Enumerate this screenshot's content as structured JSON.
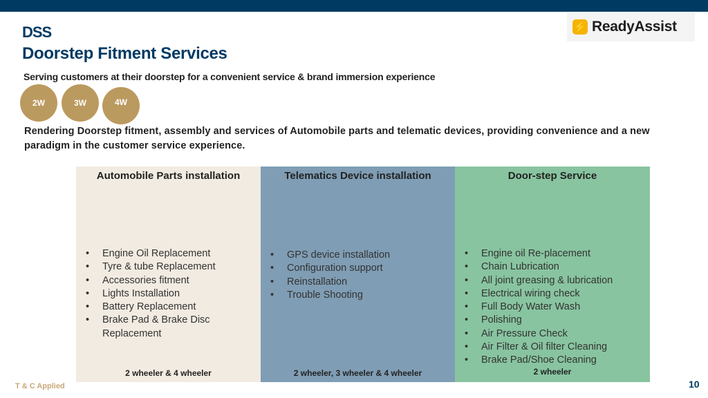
{
  "colors": {
    "navy": "#003a63",
    "gold": "#bb9a5f",
    "beige": "#f2ebe1",
    "slate": "#7f9db4",
    "green": "#88c4a0"
  },
  "header": {
    "title_short": "DSS",
    "title": "Doorstep Fitment Services",
    "subtitle": "Serving customers at their doorstep for a convenient service & brand immersion experience"
  },
  "logo": {
    "icon": "lightning-bolt-icon",
    "text": "ReadyAssist"
  },
  "vehicle_tags": [
    "2W",
    "3W",
    "4W"
  ],
  "description": "Rendering Doorstep fitment, assembly and services of Automobile parts and telematic devices, providing convenience and a new paradigm in the customer service experience.",
  "columns": [
    {
      "heading": "Automobile Parts installation",
      "items": [
        "Engine Oil Replacement",
        "Tyre & tube Replacement",
        "Accessories fitment",
        "Lights Installation",
        "Battery Replacement",
        "Brake Pad & Brake Disc Replacement"
      ],
      "footer": "2 wheeler & 4 wheeler"
    },
    {
      "heading": "Telematics Device installation",
      "items": [
        "GPS device installation",
        "Configuration support",
        "Reinstallation",
        "Trouble Shooting"
      ],
      "footer": "2 wheeler, 3 wheeler & 4 wheeler"
    },
    {
      "heading": "Door-step Service",
      "items": [
        "Engine oil Re-placement",
        "Chain Lubrication",
        "All joint greasing & lubrication",
        "Electrical wiring check",
        "Full Body Water Wash",
        "Polishing",
        "Air Pressure Check",
        "Air Filter & Oil filter Cleaning",
        "Brake Pad/Shoe Cleaning"
      ],
      "footer": "2 wheeler"
    }
  ],
  "footer": {
    "terms": "T & C Applied",
    "page_number": "10"
  }
}
